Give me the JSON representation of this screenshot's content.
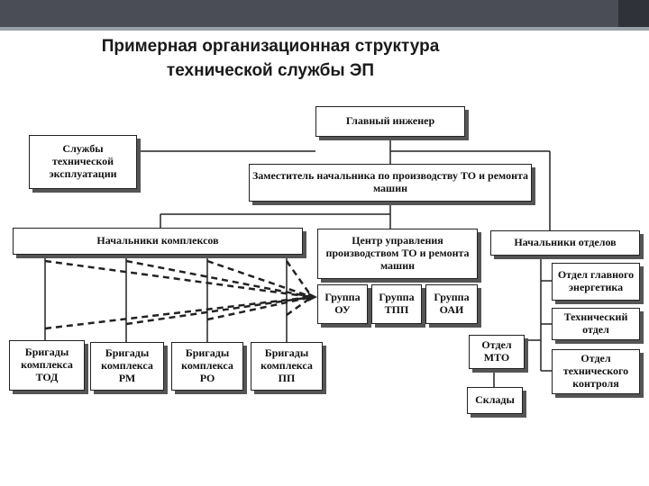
{
  "title": "Примерная организационная структура технической службы ЭП",
  "nodes": {
    "chief_engineer": "Главный инженер",
    "tech_services": "Службы технической эксплуатации",
    "deputy_head": "Заместитель начальника по производству ТО и ремонта машин",
    "complex_heads": "Начальники комплексов",
    "control_center": "Центр управления производством ТО и ремонта машин",
    "dept_heads": "Начальники отделов",
    "group_ou": "Группа ОУ",
    "group_tpp": "Группа ТПП",
    "group_oai": "Группа ОАИ",
    "brigade_tod": "Бригады комплекса ТОД",
    "brigade_rm": "Бригады комплекса РМ",
    "brigade_ro": "Бригады комплекса РО",
    "brigade_pp": "Бригады комплекса ПП",
    "chief_energy_dept": "Отдел главного энергетика",
    "technical_dept": "Технический отдел",
    "mto_dept": "Отдел МТО",
    "quality_dept": "Отдел технического контроля",
    "warehouses": "Склады"
  }
}
